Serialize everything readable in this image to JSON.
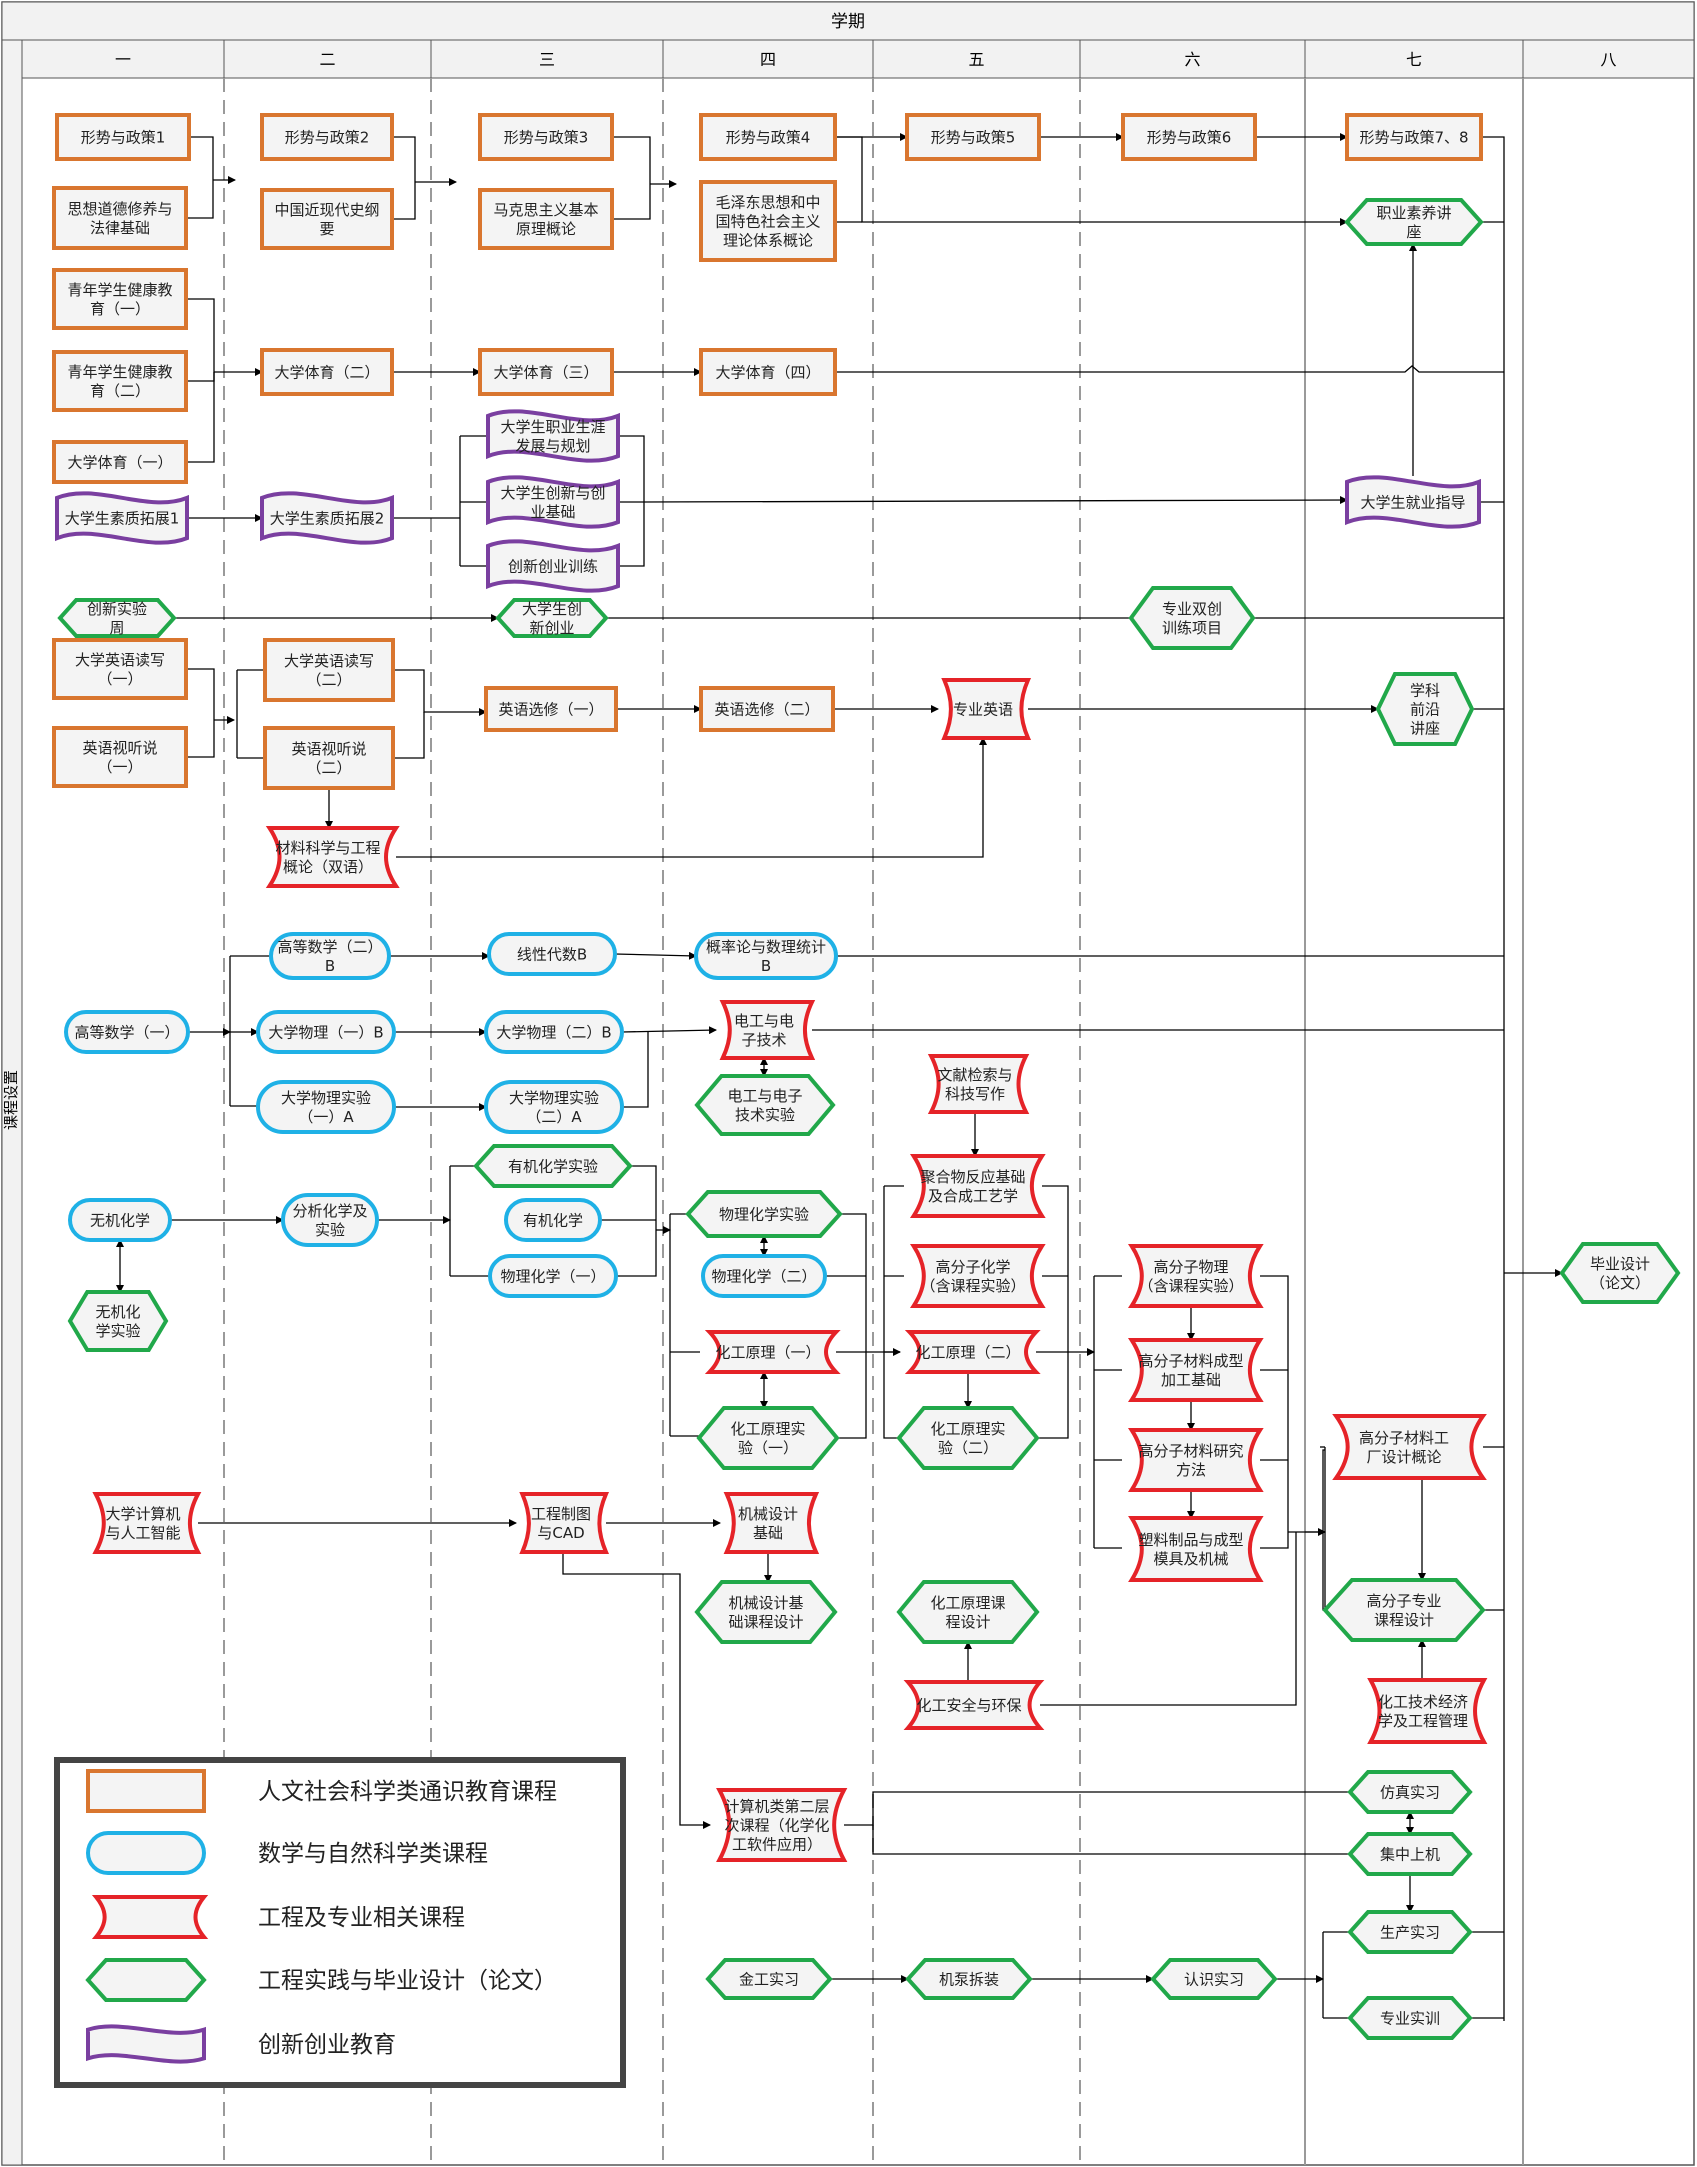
{
  "header": {
    "title": "学期",
    "side_label": "课程设置"
  },
  "semesters": [
    "一",
    "二",
    "三",
    "四",
    "五",
    "六",
    "七",
    "八"
  ],
  "colors": {
    "orange": "#d9762f",
    "blue": "#1fb1e6",
    "red": "#e52328",
    "green": "#21a84a",
    "purple": "#7a3fa0",
    "line": "#000000",
    "header_bg": "#f2f2f2"
  },
  "legend": [
    {
      "shape": "rect",
      "color": "orange",
      "label": "人文社会科学类通识教育课程"
    },
    {
      "shape": "pill",
      "color": "blue",
      "label": "数学与自然科学类课程"
    },
    {
      "shape": "tape",
      "color": "red",
      "label": "工程及专业相关课程"
    },
    {
      "shape": "hex",
      "color": "green",
      "label": "工程实践与毕业设计（论文）"
    },
    {
      "shape": "wave",
      "color": "purple",
      "label": "创新创业教育"
    }
  ],
  "nodes": {
    "xs1": "形势与政策1",
    "xs2": "形势与政策2",
    "xs3": "形势与政策3",
    "xs4": "形势与政策4",
    "xs5": "形势与政策5",
    "xs6": "形势与政策6",
    "xs78": "形势与政策7、8",
    "sxdd": "思想道德修养与\n法律基础",
    "zgjd": "中国近现代史纲\n要",
    "mkszy": "马克思主义基本\n原理概论",
    "mzdsx": "毛泽东思想和中\n国特色社会主义\n理论体系概论",
    "zysy": "职业素养讲\n座",
    "qnjk1": "青年学生健康教\n育（一）",
    "qnjk2": "青年学生健康教\n育（二）",
    "ty1": "大学体育（一）",
    "ty2": "大学体育（二）",
    "ty3": "大学体育（三）",
    "ty4": "大学体育（四）",
    "zytz1": "大学生素质拓展1",
    "zytz2": "大学生素质拓展2",
    "zysy_gh": "大学生职业生涯\n发展与规划",
    "cxcy_jc": "大学生创新与创\n业基础",
    "cxcy_xl": "创新创业训练",
    "jydd": "大学生就业指导",
    "cxsyz": "创新实验\n周",
    "dxscx": "大学生创\n新创业",
    "zysc": "专业双创\n训练项目",
    "yydx1": "大学英语读写\n（一）",
    "yyst1": "英语视听说\n（一）",
    "yydx2": "大学英语读写\n（二）",
    "yyst2": "英语视听说\n（二）",
    "yyxx1": "英语选修（一）",
    "yyxx2": "英语选修（二）",
    "zyyy": "专业英语",
    "xkqy": "学科\n前沿\n讲座",
    "clkx": "材料科学与工程\n概论（双语）",
    "gdsx2": "高等数学（二）\nB",
    "xxds": "线性代数B",
    "gll": "概率论与数理统计\nB",
    "gdsx1": "高等数学（一）",
    "dxwl1": "大学物理（一）B",
    "dxwl2": "大学物理（二）B",
    "dgdz": "电工与电\n子技术",
    "wlsy1": "大学物理实验\n（一）A",
    "wlsy2": "大学物理实验\n（二）A",
    "dgdzsy": "电工与电子\n技术实验",
    "wxjs": "文献检索与\n科技写作",
    "wjhx": "无机化学",
    "wjsy": "无机化\n学实验",
    "fxhx": "分析化学及\n实验",
    "yjsy": "有机化学实验",
    "yjhx": "有机化学",
    "wlhx1": "物理化学（一）",
    "wlhxsy": "物理化学实验",
    "wlhx2": "物理化学（二）",
    "jhfy": "聚合物反应基础\n及合成工艺学",
    "gfzhx": "高分子化学\n（含课程实验）",
    "gfzwl": "高分子物理\n（含课程实验）",
    "gfzcx": "高分子材料成型\n加工基础",
    "gfzyj": "高分子材料研究\n方法",
    "slzp": "塑料制品与成型\n模具及机械",
    "hgyl1": "化工原理（一）",
    "hgyl2": "化工原理（二）",
    "hgsy1": "化工原理实\n验（一）",
    "hgsy2": "化工原理实\n验（二）",
    "jsj": "大学计算机\n与人工智能",
    "gczt": "工程制图\n与CAD",
    "jxsj": "机械设计\n基础",
    "jxsjkc": "机械设计基\n础课程设计",
    "hgkcsj": "化工原理课\n程设计",
    "hgaq": "化工安全与环保",
    "gfzgc": "高分子材料工\n厂设计概论",
    "gfzkc": "高分子专业\n课程设计",
    "hgjj": "化工技术经济\n学及工程管理",
    "jsjdec": "计算机类第二层\n次课程（化学化\n工软件应用）",
    "fzsx": "仿真实习",
    "jzsj": "集中上机",
    "scsx": "生产实习",
    "zysx": "专业实训",
    "jgsx": "金工实习",
    "jbcz": "机泵拆装",
    "rssx": "认识实习",
    "bysj": "毕业设计\n（论文）"
  }
}
